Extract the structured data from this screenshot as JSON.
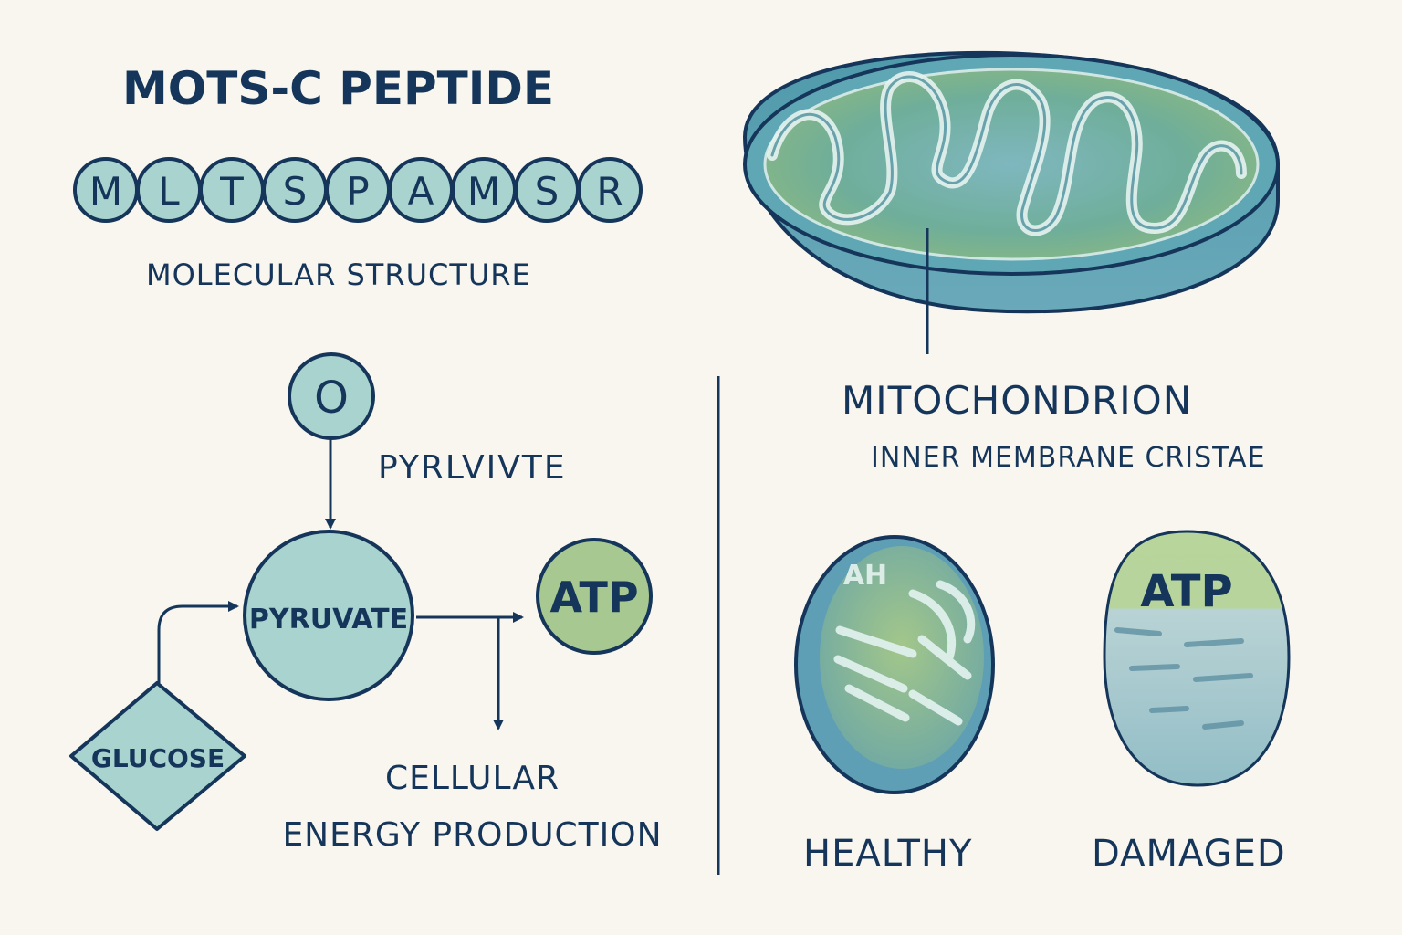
{
  "title": "MOTS-C PEPTIDE",
  "peptide": {
    "residues": [
      "M",
      "L",
      "T",
      "S",
      "P",
      "A",
      "M",
      "S",
      "R"
    ],
    "caption": "MOLECULAR STRUCTURE"
  },
  "pathway": {
    "top_node": "O",
    "side_label": "PYRLVIVTE",
    "center_node": "PYRUVATE",
    "product_node": "ATP",
    "source_node": "GLUCOSE",
    "output_label_line1": "CELLULAR",
    "output_label_line2": "ENERGY PRODUCTION"
  },
  "mitochondrion": {
    "label": "MITOCHONDRION",
    "sublabel": "INNER MEMBRANE CRISTAE"
  },
  "comparison": {
    "healthy_label": "HEALTHY",
    "healthy_inner_text": "AH",
    "damaged_label": "DAMAGED",
    "damaged_inner_text": "ATP"
  },
  "colors": {
    "background": "#f8f6ef",
    "ink": "#15365a",
    "bead_fill": "#a9d3cf",
    "teal": "#5fa7b4",
    "green": "#9cc08e"
  }
}
